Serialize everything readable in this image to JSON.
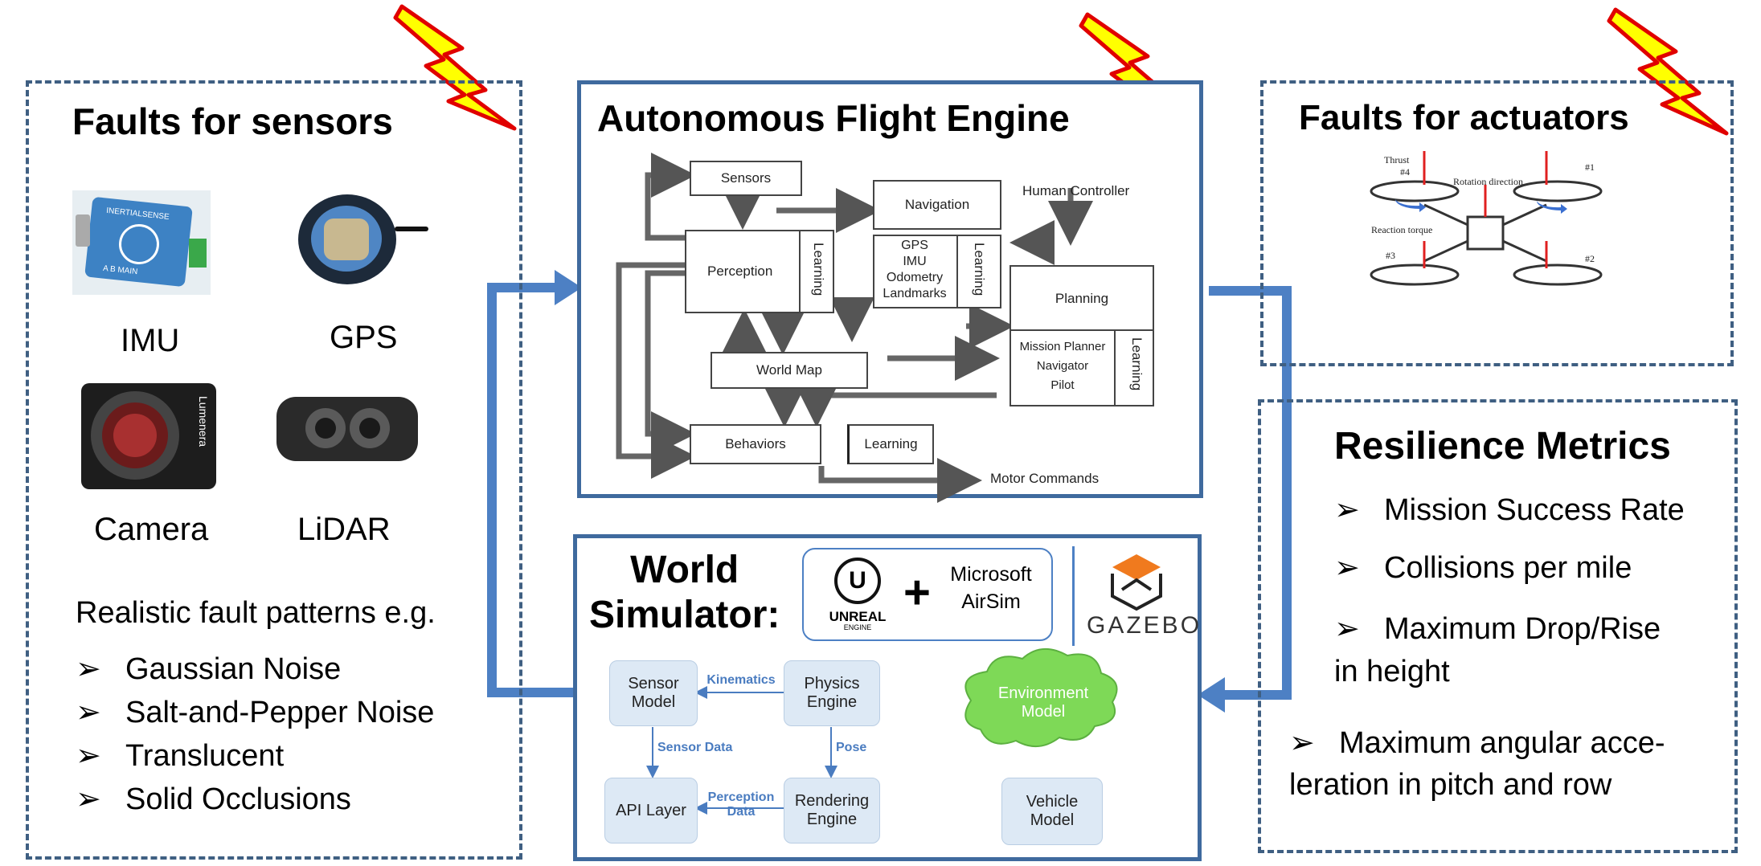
{
  "sensors_panel": {
    "title": "Faults for sensors",
    "imu_label": "IMU",
    "gps_label": "GPS",
    "camera_label": "Camera",
    "lidar_label": "LiDAR",
    "imu_device_text": "INERTIALSENSE",
    "imu_device_sub": "A  B  MAIN",
    "camera_brand": "Lumenera",
    "patterns_intro": "Realistic fault patterns e.g.",
    "patterns": [
      "Gaussian Noise",
      "Salt-and-Pepper Noise",
      "Translucent",
      "Solid Occlusions"
    ]
  },
  "flight_engine": {
    "title": "Autonomous Flight Engine",
    "sensors": "Sensors",
    "perception": "Perception",
    "learning": "Learning",
    "navigation": "Navigation",
    "nav_items": [
      "GPS",
      "IMU",
      "Odometry",
      "Landmarks"
    ],
    "human_controller": "Human Controller",
    "planning": "Planning",
    "planning_items": [
      "Mission Planner",
      "Navigator",
      "Pilot"
    ],
    "world_map": "World Map",
    "behaviors": "Behaviors",
    "motor_commands": "Motor Commands"
  },
  "actuators_panel": {
    "title": "Faults for actuators",
    "labels": {
      "thrust": "Thrust",
      "rotation_direction": "Rotation direction",
      "reaction_torque": "Reaction torque",
      "m1": "#1",
      "m2": "#2",
      "m3": "#3",
      "m4": "#4"
    }
  },
  "world_simulator": {
    "title_line1": "World",
    "title_line2": "Simulator:",
    "unreal_text": "UNREAL",
    "unreal_sub": "ENGINE",
    "plus": "+",
    "airsim_line1": "Microsoft",
    "airsim_line2": "AirSim",
    "gazebo": "GAZEBO",
    "sensor_model": "Sensor\nModel",
    "physics_engine": "Physics\nEngine",
    "api_layer": "API Layer",
    "rendering_engine": "Rendering\nEngine",
    "environment_model": "Environment\nModel",
    "vehicle_model": "Vehicle\nModel",
    "kinematics": "Kinematics",
    "sensor_data": "Sensor Data",
    "pose": "Pose",
    "perception_data": "Perception\nData"
  },
  "metrics_panel": {
    "title": "Resilience Metrics",
    "items": [
      "Mission Success Rate",
      "Collisions per mile",
      "Maximum Drop/Rise"
    ],
    "item3_cont": "in height",
    "item4_line1": "Maximum angular acce-",
    "item4_line2": "leration in pitch and row"
  },
  "colors": {
    "frame": "#3f6a9e",
    "dashed": "#3f5f82",
    "arrow_blue": "#4d80c4",
    "lightning_fill": "#ffff00",
    "lightning_edge": "#e00000",
    "sim_box": "#dde9f5",
    "cloud": "#7ed957"
  }
}
